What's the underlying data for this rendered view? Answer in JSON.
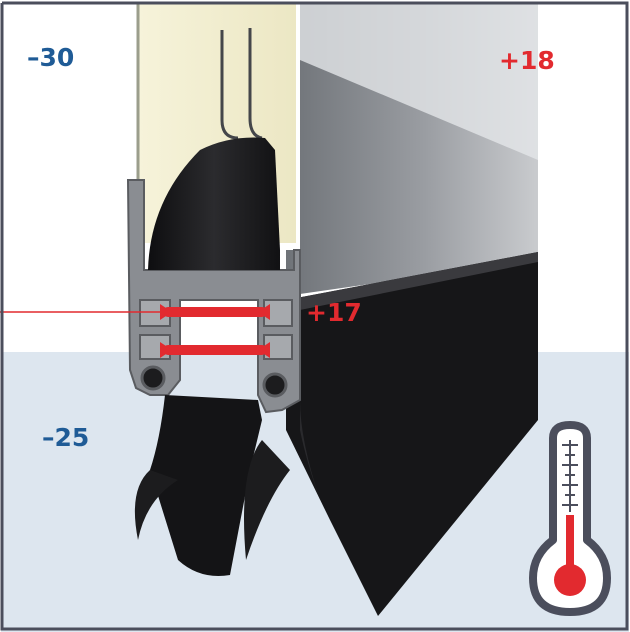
{
  "labels": {
    "outside_top": "–30",
    "inside_top": "+18",
    "seal": "+17",
    "outside_bottom": "–25"
  },
  "colors": {
    "cold_text": "#1f5b96",
    "warm_text": "#e22a2f",
    "thermal_break": "#e22a2f",
    "insulation_foam": "#f2efd3",
    "aluminium_profile": "#8a8d92",
    "panel_gradient_dark": "#6f7378",
    "panel_gradient_light": "#f0f1f3",
    "rubber_seal": "#1c1c1e",
    "outside_zone_background": "#dde6ef",
    "frame_border": "#4b4e5c",
    "thermometer_outline": "#4b4e5c"
  },
  "icons": [
    "thermometer-icon"
  ]
}
